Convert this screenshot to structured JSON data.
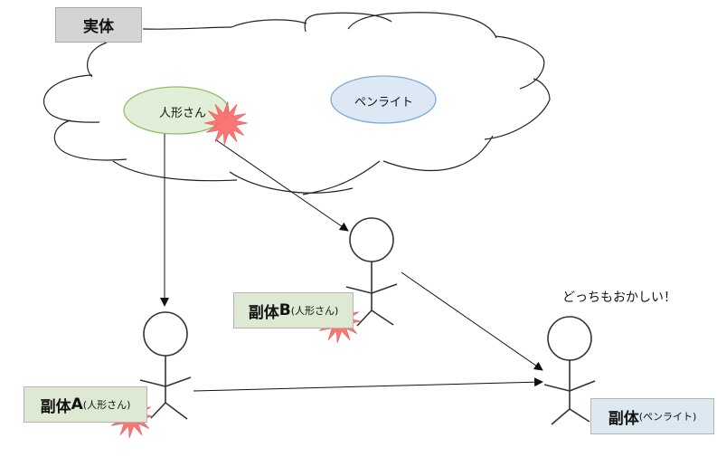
{
  "entity": {
    "label": "実体"
  },
  "cloud": {
    "items": [
      {
        "label": "人形さん",
        "fill": "#e2efd8",
        "stroke": "#8fbf63"
      },
      {
        "label": "ペンライト",
        "fill": "#dce9f5",
        "stroke": "#7fa8d4"
      }
    ]
  },
  "copies": [
    {
      "name": "副体",
      "suffix": "A",
      "note": "(人形さん)"
    },
    {
      "name": "副体",
      "suffix": "B",
      "note": "(人形さん)"
    },
    {
      "name": "副体",
      "suffix": "",
      "note": "(ペンライト)"
    }
  ],
  "annotation": "どっちもおかしい！",
  "colors": {
    "burst": "#f86b6b",
    "line": "#1a1a1a"
  }
}
